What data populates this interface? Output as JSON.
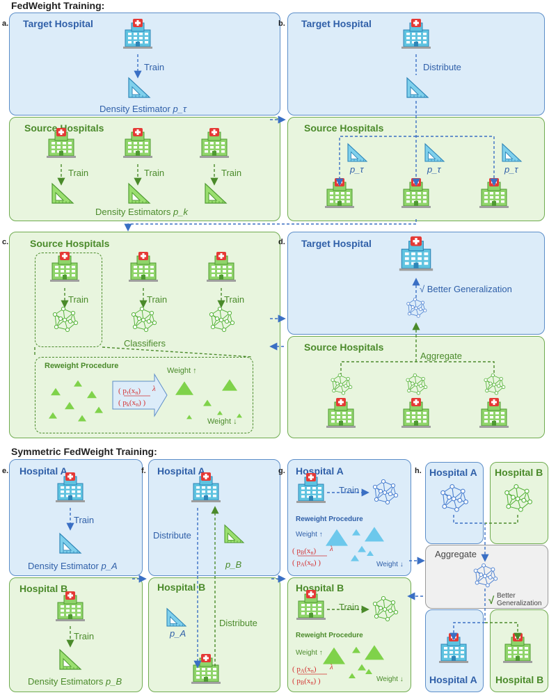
{
  "top_section_title": "FedWeight Training:",
  "bottom_section_title": "Symmetric FedWeight Training:",
  "panels": {
    "a": {
      "letter": "a.",
      "target_title": "Target Hospital",
      "train": "Train",
      "density": "Density Estimator ",
      "density_sym": "p_τ",
      "source_title": "Source Hospitals",
      "train_labels": [
        "Train",
        "Train",
        "Train"
      ],
      "densities": "Density Estimators ",
      "densities_sym": "p_k"
    },
    "b": {
      "letter": "b.",
      "target_title": "Target Hospital",
      "distribute": "Distribute",
      "source_title": "Source Hospitals",
      "p_labels": [
        "p_τ",
        "p_τ",
        "p_τ"
      ]
    },
    "c": {
      "letter": "c.",
      "source_title": "Source Hospitals",
      "train_labels": [
        "Train",
        "Train",
        "Train"
      ],
      "classifiers": "Classifiers",
      "reweight_title": "Reweight Procedure",
      "formula": "(p_τ(x_n) / p_k(x_n))^λ",
      "weight_up": "Weight ↑",
      "weight_down": "Weight ↓"
    },
    "d": {
      "letter": "d.",
      "target_title": "Target Hospital",
      "better": "√ Better Generalization",
      "source_title": "Source Hospitals",
      "aggregate": "Aggregate"
    },
    "e": {
      "letter": "e.",
      "a_title": "Hospital A",
      "train_a": "Train",
      "density_a": "Density Estimator ",
      "density_a_sym": "p_A",
      "b_title": "Hospital B",
      "train_b": "Train",
      "density_b": "Density Estimators ",
      "density_b_sym": "p_B"
    },
    "f": {
      "letter": "f.",
      "a_title": "Hospital A",
      "distribute_a": "Distribute",
      "pb": "p_B",
      "b_title": "Hospital B",
      "pa": "p_A",
      "distribute_b": "Distribute"
    },
    "g": {
      "letter": "g.",
      "a_title": "Hospital A",
      "train_a": "Train",
      "reweight_a": "Reweight Procedure",
      "weight_up_a": "Weight ↑",
      "weight_down_a": "Weight ↓",
      "formula_a": "(p_B(x_n) / p_A(x_n))^λ",
      "b_title": "Hospital B",
      "train_b": "Train",
      "reweight_b": "Reweight Procedure",
      "weight_up_b": "Weight ↑",
      "weight_down_b": "Weight ↓",
      "formula_b": "(p_A(x_n) / p_B(x_n))^λ"
    },
    "h": {
      "letter": "h.",
      "a_title": "Hospital A",
      "b_title": "Hospital B",
      "aggregate": "Aggregate",
      "better": "Better Generalization",
      "bottom_a": "Hospital A",
      "bottom_b": "Hospital B"
    }
  },
  "colors": {
    "blue_panel": "#dcecf9",
    "green_panel": "#e8f5de",
    "blue_text": "#2f5fa8",
    "green_text": "#4a8a2a",
    "arrow_blue": "#3a6fc4",
    "red": "#d32f2f"
  }
}
